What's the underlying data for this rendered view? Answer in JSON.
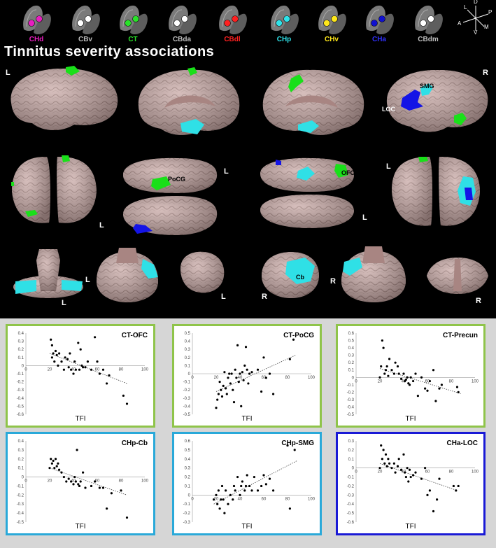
{
  "figure_title": "Tinnitus severity associations",
  "seeds": [
    {
      "label": "CHd",
      "color": "#e91ec0",
      "dot": "#e91ec0"
    },
    {
      "label": "CBv",
      "color": "#bdbdbd",
      "dot": "#ffffff"
    },
    {
      "label": "CT",
      "color": "#29e229",
      "dot": "#29e229"
    },
    {
      "label": "CBda",
      "color": "#bdbdbd",
      "dot": "#ffffff"
    },
    {
      "label": "CBdl",
      "color": "#ff2020",
      "dot": "#ff2020"
    },
    {
      "label": "CHp",
      "color": "#2fe3ea",
      "dot": "#2fe3ea"
    },
    {
      "label": "CHv",
      "color": "#ffe81a",
      "dot": "#ffe81a"
    },
    {
      "label": "CHa",
      "color": "#3030ff",
      "dot": "#1010d0"
    },
    {
      "label": "CBdm",
      "color": "#bdbdbd",
      "dot": "#ffffff"
    }
  ],
  "compass": {
    "d": "D",
    "l": "L",
    "p": "P",
    "a": "A",
    "m": "M",
    "v": "V"
  },
  "region_labels": {
    "smg": "SMG",
    "loc": "LOC",
    "pocg": "PoCG",
    "ofc": "OFC",
    "cb": "Cb"
  },
  "side_labels": {
    "l1": "L",
    "r1": "R",
    "l2": "L",
    "l3": "L",
    "l4": "L",
    "l5": "L",
    "l6": "L",
    "l7": "L",
    "l8": "L",
    "r2": "R",
    "r3": "R",
    "r4": "R"
  },
  "colors": {
    "brain": "#c9a9a6",
    "green": "#19e019",
    "cyan": "#2fe0e6",
    "blue": "#1414e6",
    "green_border": "#8fc44a",
    "cyan_border": "#2aa9d9",
    "blue_border": "#1a1ad6"
  },
  "chart_data": [
    {
      "type": "scatter",
      "title": "CT-OFC",
      "xlabel": "TFI",
      "xlim": [
        0,
        100
      ],
      "ylim": [
        -0.6,
        0.4
      ],
      "yticks": [
        0.4,
        0.3,
        0.2,
        0.1,
        0,
        -0.1,
        -0.2,
        -0.3,
        -0.4,
        -0.5,
        -0.6
      ],
      "xticks": [
        0,
        20,
        40,
        60,
        80,
        100
      ],
      "border": "green",
      "trend": [
        [
          20,
          0.15
        ],
        [
          85,
          -0.22
        ]
      ],
      "points": [
        [
          21,
          0.32
        ],
        [
          22,
          0.25
        ],
        [
          22,
          0.1
        ],
        [
          23,
          0.15
        ],
        [
          24,
          0.05
        ],
        [
          25,
          0.18
        ],
        [
          26,
          0.13
        ],
        [
          27,
          0.0
        ],
        [
          28,
          0.15
        ],
        [
          30,
          0.05
        ],
        [
          32,
          -0.05
        ],
        [
          33,
          0.1
        ],
        [
          35,
          0.08
        ],
        [
          36,
          -0.02
        ],
        [
          37,
          0.15
        ],
        [
          38,
          -0.05
        ],
        [
          40,
          -0.1
        ],
        [
          41,
          0.05
        ],
        [
          42,
          -0.05
        ],
        [
          44,
          0.28
        ],
        [
          45,
          -0.05
        ],
        [
          46,
          0.2
        ],
        [
          47,
          0.0
        ],
        [
          48,
          -0.02
        ],
        [
          50,
          -0.02
        ],
        [
          52,
          0.05
        ],
        [
          55,
          -0.05
        ],
        [
          58,
          0.35
        ],
        [
          60,
          0.05
        ],
        [
          62,
          -0.1
        ],
        [
          65,
          -0.05
        ],
        [
          68,
          -0.22
        ],
        [
          70,
          -0.12
        ],
        [
          82,
          -0.37
        ],
        [
          85,
          -0.47
        ]
      ]
    },
    {
      "type": "scatter",
      "title": "CT-PoCG",
      "xlabel": "TFI",
      "xlim": [
        0,
        100
      ],
      "ylim": [
        -0.5,
        0.5
      ],
      "yticks": [
        0.5,
        0.4,
        0.3,
        0.2,
        0.1,
        0,
        -0.1,
        -0.2,
        -0.3,
        -0.4,
        -0.5
      ],
      "xticks": [
        0,
        20,
        40,
        60,
        80,
        100
      ],
      "border": "green",
      "trend": [
        [
          20,
          -0.22
        ],
        [
          87,
          0.23
        ]
      ],
      "points": [
        [
          20,
          -0.42
        ],
        [
          21,
          -0.32
        ],
        [
          22,
          -0.25
        ],
        [
          23,
          -0.1
        ],
        [
          24,
          -0.2
        ],
        [
          25,
          -0.28
        ],
        [
          26,
          -0.15
        ],
        [
          27,
          0.02
        ],
        [
          28,
          -0.18
        ],
        [
          29,
          -0.25
        ],
        [
          30,
          -0.05
        ],
        [
          31,
          0.0
        ],
        [
          32,
          -0.12
        ],
        [
          33,
          0.0
        ],
        [
          34,
          -0.2
        ],
        [
          35,
          -0.35
        ],
        [
          36,
          0.05
        ],
        [
          37,
          -0.05
        ],
        [
          38,
          0.35
        ],
        [
          39,
          -0.1
        ],
        [
          40,
          0.0
        ],
        [
          41,
          -0.4
        ],
        [
          42,
          0.02
        ],
        [
          43,
          -0.08
        ],
        [
          44,
          0.1
        ],
        [
          45,
          0.33
        ],
        [
          46,
          0.05
        ],
        [
          47,
          -0.12
        ],
        [
          48,
          0.0
        ],
        [
          50,
          0.02
        ],
        [
          55,
          0.05
        ],
        [
          58,
          -0.22
        ],
        [
          60,
          0.2
        ],
        [
          62,
          -0.05
        ],
        [
          65,
          0.0
        ],
        [
          68,
          -0.25
        ],
        [
          82,
          0.18
        ],
        [
          85,
          0.42
        ]
      ]
    },
    {
      "type": "scatter",
      "title": "CT-Precun",
      "xlabel": "TFI",
      "xlim": [
        0,
        100
      ],
      "ylim": [
        -0.5,
        0.6
      ],
      "yticks": [
        0.6,
        0.5,
        0.4,
        0.3,
        0.2,
        0.1,
        0,
        -0.1,
        -0.2,
        -0.3,
        -0.4,
        -0.5
      ],
      "xticks": [
        0,
        20,
        40,
        60,
        80,
        100
      ],
      "border": "green",
      "trend": [
        [
          20,
          0.12
        ],
        [
          88,
          -0.22
        ]
      ],
      "points": [
        [
          20,
          0.0
        ],
        [
          21,
          0.15
        ],
        [
          22,
          0.5
        ],
        [
          23,
          0.4
        ],
        [
          24,
          0.05
        ],
        [
          25,
          0.1
        ],
        [
          26,
          0.15
        ],
        [
          27,
          0.02
        ],
        [
          28,
          0.25
        ],
        [
          30,
          0.1
        ],
        [
          32,
          0.05
        ],
        [
          33,
          0.2
        ],
        [
          35,
          0.15
        ],
        [
          36,
          0.05
        ],
        [
          38,
          -0.02
        ],
        [
          40,
          0.05
        ],
        [
          41,
          -0.05
        ],
        [
          42,
          -0.03
        ],
        [
          43,
          0.0
        ],
        [
          44,
          -0.08
        ],
        [
          45,
          -0.1
        ],
        [
          46,
          0.0
        ],
        [
          48,
          -0.05
        ],
        [
          50,
          0.05
        ],
        [
          52,
          -0.25
        ],
        [
          55,
          0.0
        ],
        [
          58,
          -0.15
        ],
        [
          60,
          -0.18
        ],
        [
          62,
          -0.05
        ],
        [
          65,
          0.1
        ],
        [
          67,
          -0.32
        ],
        [
          70,
          -0.15
        ],
        [
          72,
          -0.1
        ],
        [
          85,
          -0.13
        ],
        [
          86,
          -0.2
        ]
      ]
    },
    {
      "type": "scatter",
      "title": "CHp-Cb",
      "xlabel": "TFI",
      "xlim": [
        0,
        100
      ],
      "ylim": [
        -0.5,
        0.4
      ],
      "yticks": [
        0.4,
        0.3,
        0.2,
        0.1,
        0,
        -0.1,
        -0.2,
        -0.3,
        -0.4,
        -0.5
      ],
      "xticks": [
        0,
        20,
        40,
        60,
        80,
        100
      ],
      "border": "cyan",
      "trend": [
        [
          20,
          0.1
        ],
        [
          85,
          -0.2
        ]
      ],
      "points": [
        [
          20,
          0.1
        ],
        [
          21,
          0.2
        ],
        [
          22,
          0.15
        ],
        [
          23,
          0.18
        ],
        [
          24,
          0.1
        ],
        [
          25,
          0.2
        ],
        [
          26,
          0.12
        ],
        [
          27,
          0.15
        ],
        [
          28,
          0.08
        ],
        [
          30,
          0.05
        ],
        [
          32,
          0.0
        ],
        [
          34,
          -0.05
        ],
        [
          36,
          -0.02
        ],
        [
          38,
          -0.05
        ],
        [
          40,
          -0.08
        ],
        [
          41,
          0.0
        ],
        [
          42,
          -0.05
        ],
        [
          43,
          0.3
        ],
        [
          44,
          -0.08
        ],
        [
          45,
          -0.1
        ],
        [
          46,
          -0.05
        ],
        [
          48,
          0.05
        ],
        [
          50,
          -0.12
        ],
        [
          55,
          -0.1
        ],
        [
          58,
          -0.05
        ],
        [
          62,
          -0.12
        ],
        [
          65,
          -0.12
        ],
        [
          68,
          -0.35
        ],
        [
          72,
          -0.18
        ],
        [
          80,
          -0.15
        ],
        [
          85,
          -0.45
        ]
      ]
    },
    {
      "type": "scatter",
      "title": "CHp-SMG",
      "xlabel": "TFI",
      "xlim": [
        0,
        100
      ],
      "ylim": [
        -0.3,
        0.6
      ],
      "yticks": [
        0.6,
        0.5,
        0.4,
        0.3,
        0.2,
        0.1,
        0,
        -0.1,
        -0.2,
        -0.3
      ],
      "xticks": [
        0,
        20,
        40,
        60,
        80,
        100
      ],
      "border": "cyan",
      "trend": [
        [
          18,
          -0.1
        ],
        [
          88,
          0.38
        ]
      ],
      "points": [
        [
          18,
          -0.05
        ],
        [
          20,
          0.0
        ],
        [
          21,
          -0.1
        ],
        [
          22,
          0.05
        ],
        [
          23,
          -0.15
        ],
        [
          24,
          -0.05
        ],
        [
          25,
          0.1
        ],
        [
          26,
          -0.05
        ],
        [
          27,
          -0.2
        ],
        [
          28,
          0.05
        ],
        [
          30,
          -0.1
        ],
        [
          32,
          0.0
        ],
        [
          34,
          -0.05
        ],
        [
          35,
          0.1
        ],
        [
          36,
          0.05
        ],
        [
          38,
          0.2
        ],
        [
          40,
          0.0
        ],
        [
          41,
          0.1
        ],
        [
          42,
          0.15
        ],
        [
          44,
          0.05
        ],
        [
          45,
          0.1
        ],
        [
          46,
          0.22
        ],
        [
          48,
          0.1
        ],
        [
          50,
          0.05
        ],
        [
          52,
          0.2
        ],
        [
          55,
          0.05
        ],
        [
          58,
          0.1
        ],
        [
          60,
          0.22
        ],
        [
          62,
          0.12
        ],
        [
          65,
          0.18
        ],
        [
          68,
          0.05
        ],
        [
          80,
          0.55
        ],
        [
          82,
          -0.15
        ],
        [
          86,
          0.5
        ]
      ]
    },
    {
      "type": "scatter",
      "title": "CHa-LOC",
      "xlabel": "TFI",
      "xlim": [
        0,
        100
      ],
      "ylim": [
        -0.6,
        0.3
      ],
      "yticks": [
        0.3,
        0.2,
        0.1,
        0,
        -0.1,
        -0.2,
        -0.3,
        -0.4,
        -0.5,
        -0.6
      ],
      "xticks": [
        0,
        20,
        40,
        60,
        80,
        100
      ],
      "border": "blue",
      "trend": [
        [
          20,
          0.05
        ],
        [
          85,
          -0.25
        ]
      ],
      "points": [
        [
          20,
          0.0
        ],
        [
          21,
          0.25
        ],
        [
          22,
          0.1
        ],
        [
          23,
          0.2
        ],
        [
          24,
          0.05
        ],
        [
          25,
          0.15
        ],
        [
          26,
          0.02
        ],
        [
          27,
          0.1
        ],
        [
          28,
          0.05
        ],
        [
          30,
          0.0
        ],
        [
          32,
          0.05
        ],
        [
          33,
          -0.05
        ],
        [
          35,
          0.02
        ],
        [
          36,
          0.1
        ],
        [
          38,
          -0.02
        ],
        [
          40,
          0.15
        ],
        [
          41,
          -0.05
        ],
        [
          42,
          -0.1
        ],
        [
          43,
          0.0
        ],
        [
          44,
          -0.15
        ],
        [
          45,
          -0.02
        ],
        [
          46,
          -0.1
        ],
        [
          48,
          -0.08
        ],
        [
          50,
          -0.05
        ],
        [
          55,
          -0.12
        ],
        [
          58,
          0.0
        ],
        [
          60,
          -0.3
        ],
        [
          62,
          -0.25
        ],
        [
          65,
          -0.48
        ],
        [
          68,
          -0.35
        ],
        [
          70,
          -0.12
        ],
        [
          82,
          -0.2
        ],
        [
          84,
          -0.25
        ],
        [
          86,
          -0.2
        ]
      ]
    }
  ]
}
